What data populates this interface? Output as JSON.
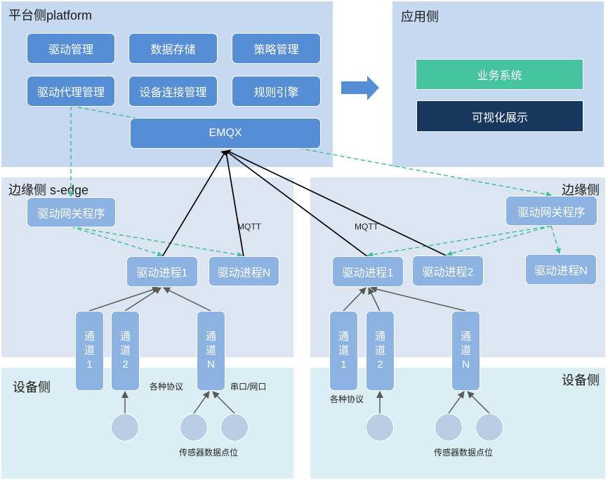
{
  "colors": {
    "platform_panel": "#c6d9f1",
    "edge_panel": "#dce6f2",
    "device_panel": "#daeef3",
    "platform_box": "#558ed5",
    "edge_box": "#8db3e2",
    "business_box": "#46c3a0",
    "visual_box": "#17375e",
    "dashed_link": "#3fbf9a",
    "mqtt_link": "#000000",
    "channel_link": "#595959",
    "sensor": "#b9cde5"
  },
  "platform": {
    "title": "平台侧platform",
    "modules": [
      "驱动管理",
      "数据存储",
      "策略管理",
      "驱动代理管理",
      "设备连接管理",
      "规则引擎"
    ],
    "broker": "EMQX"
  },
  "application": {
    "title": "应用侧",
    "business": "业务系统",
    "visualization": "可视化展示"
  },
  "edge_left": {
    "title": "边缘侧 s-edge",
    "gateway": "驱动网关程序",
    "processes": [
      "驱动进程1",
      "驱动进程N"
    ],
    "mqtt_label": "MQTT"
  },
  "edge_right": {
    "title": "边缘侧",
    "gateway": "驱动网关程序",
    "processes": [
      "驱动进程1",
      "驱动进程2",
      "驱动进程N"
    ],
    "mqtt_label": "MQTT"
  },
  "device_left": {
    "title": "设备侧",
    "channels": [
      {
        "c1": "通",
        "c2": "道",
        "c3": "1"
      },
      {
        "c1": "通",
        "c2": "道",
        "c3": "2"
      },
      {
        "c1": "通",
        "c2": "道",
        "c3": "N"
      }
    ],
    "protocol_label": "各种协议",
    "port_label": "串口/网口",
    "sensor_label": "传感器数据点位"
  },
  "device_right": {
    "title": "设备侧",
    "channels": [
      {
        "c1": "通",
        "c2": "道",
        "c3": "1"
      },
      {
        "c1": "通",
        "c2": "道",
        "c3": "2"
      },
      {
        "c1": "通",
        "c2": "道",
        "c3": "N"
      }
    ],
    "protocol_label": "各种协议",
    "sensor_label": "传感器数据点位"
  }
}
